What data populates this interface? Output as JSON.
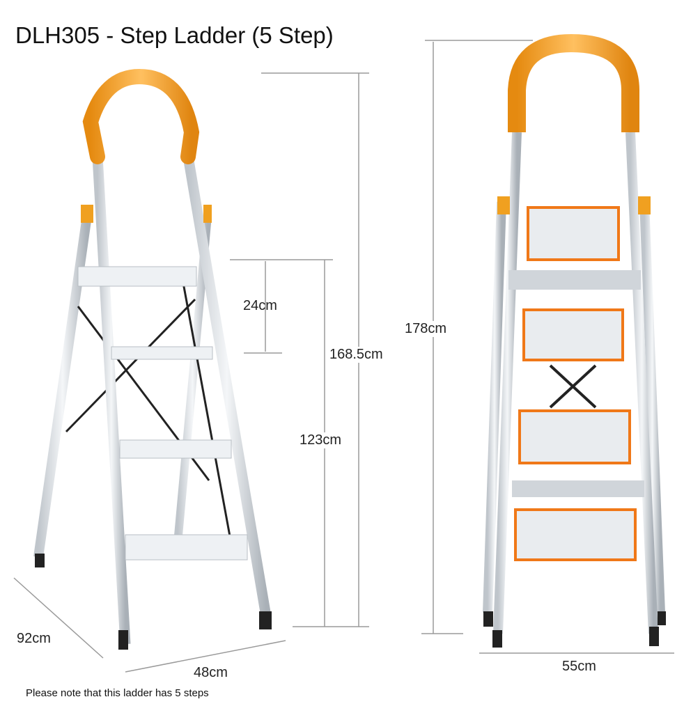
{
  "title": "DLH305 - Step Ladder (5 Step)",
  "dimensions": {
    "step_spacing": "24cm",
    "platform_height": "168.5cm",
    "top_step_height": "123cm",
    "total_height_front": "178cm",
    "depth": "92cm",
    "side_width": "48cm",
    "front_width": "55cm"
  },
  "note": "Please note that this ladder has 5 steps",
  "colors": {
    "handle": "#f0a020",
    "rail": "#d8dde2",
    "dimension_line": "#999999"
  }
}
